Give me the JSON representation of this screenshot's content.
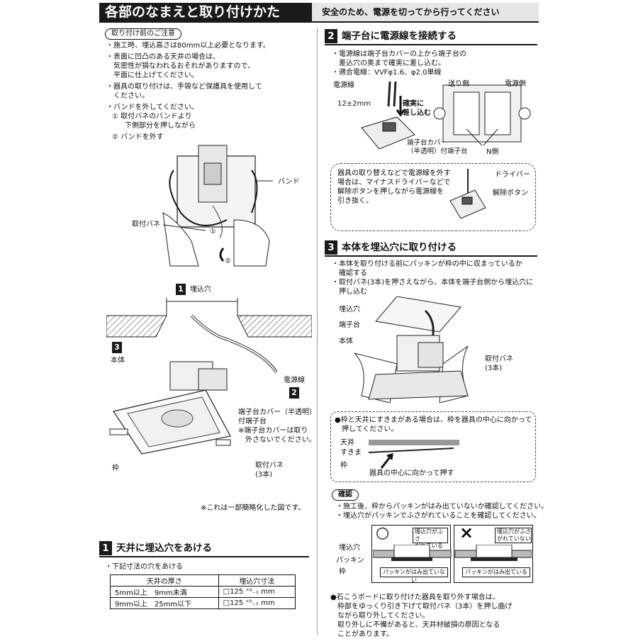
{
  "header": {
    "title": "各部のなまえと取り付けかた",
    "safety": "安全のため、電源を切ってから行ってください"
  },
  "pre": {
    "pill": "取り付け前のご注意",
    "lines": [
      "・施工時、埋込高さは80mm以上必要となります。",
      "・表面に凹凸のある天井の場合は、",
      "　気密性が損なわれるおそれがありますので、",
      "　平面に仕上げてください。",
      "・器具の取り付けは、手袋など保護具を使用して",
      "　ください。",
      "・バンドを外してください。"
    ],
    "step1": "取付バネのバンドより",
    "step1b": "下側部分を押しながら",
    "step2": "バンドを外す",
    "c1": "①",
    "c2": "②"
  },
  "left_fig": {
    "band": "バンド",
    "spring": "取付バネ",
    "hole": "埋込穴",
    "body": "本体",
    "cable": "電源線",
    "terminal": [
      "端子台カバー（半透明）",
      "付端子台",
      "※端子台カバーは取り",
      "　外さないでください。"
    ],
    "frame": "枠",
    "spring3": [
      "取付バネ",
      "(3本)"
    ],
    "note": "※これは一部簡略化した図です。",
    "n1": "1",
    "n2": "2",
    "n3": "3"
  },
  "sec1": {
    "num": "1",
    "title": "天井に埋込穴をあける",
    "lead": "・下記寸法の穴をあける",
    "table": {
      "headers": [
        "天井の厚さ",
        "埋込穴寸法"
      ],
      "rows": [
        [
          "5mm以上　9mm未満",
          "□125 ⁺⁰₋₁ mm"
        ],
        [
          "9mm以上　25mm以下",
          "□125 ⁺⁰₋₁ mm"
        ]
      ]
    }
  },
  "sec2": {
    "num": "2",
    "title": "端子台に電源線を接続する",
    "lines": [
      "・電源線は端子台カバーの上から端子台の",
      "　差込穴の奥まで確実に差し込む。",
      "・適合電線：VVFφ1.6、φ2.0単線"
    ],
    "fig": {
      "cable": "電源線",
      "len": "12±2mm",
      "push": [
        "確実に",
        "差し込む"
      ],
      "cover": [
        "端子台カバー",
        "（半透明）付端子台"
      ],
      "send": "送り側",
      "source": "電源側",
      "n": "N側"
    },
    "remove": [
      "器具の取り替えなどで電源線を外す",
      "場合は、マイナスドライバーなどで",
      "解除ボタンを押しながら電源線を",
      "引き抜く。"
    ],
    "driver": "ドライバー",
    "release": "解除ボタン"
  },
  "sec3": {
    "num": "3",
    "title": "本体を埋込穴に取り付ける",
    "lines": [
      "・本体を取り付ける前にパッキンが枠の中に収まっているか",
      "　確認する",
      "・取付バネ(3本)を押さえながら、本体を端子台側から埋込穴に",
      "　押し込む"
    ],
    "fig": {
      "hole": "埋込穴",
      "terminal": "端子台",
      "body": "本体",
      "spring": [
        "取付バネ",
        "(3本)"
      ]
    },
    "gap": [
      "●枠と天井にすきまがある場合は、枠を器具の中心に向かって",
      "　押してください。"
    ],
    "gap_fig": {
      "ceiling": "天井",
      "gap": "すきま",
      "frame": "枠",
      "push": "器具の中心に向かって押す"
    }
  },
  "confirm": {
    "pill": "確認",
    "lines": [
      "・施工後、枠からパッキンがはみ出ていないか確認してください。",
      "・埋込穴がパッキンでふさがれていることを確認してください。"
    ],
    "labels": [
      "埋込穴",
      "パッキン",
      "枠"
    ],
    "ok_top": [
      "埋込穴がふさ",
      "がれている"
    ],
    "ok_bottom": "パッキンがはみ出ていない",
    "ng_top": [
      "埋込穴がふさ",
      "がれていない"
    ],
    "ng_bottom": "パッキンがはみ出ている",
    "ok_mark": "○",
    "ng_mark": "×"
  },
  "gypsum": [
    "●石こうボードに取り付けた器具を取り外す場合は、",
    "　枠部をゆっくり引き下げて取付バネ（3本）を押し曲げ",
    "　ながら取り外してください。",
    "　取り外しに不備があると、天井材破損の原因となる",
    "　ことがあります。"
  ],
  "colors": {
    "dark": "#1a1a1a",
    "grey": "#e6e6e6"
  }
}
